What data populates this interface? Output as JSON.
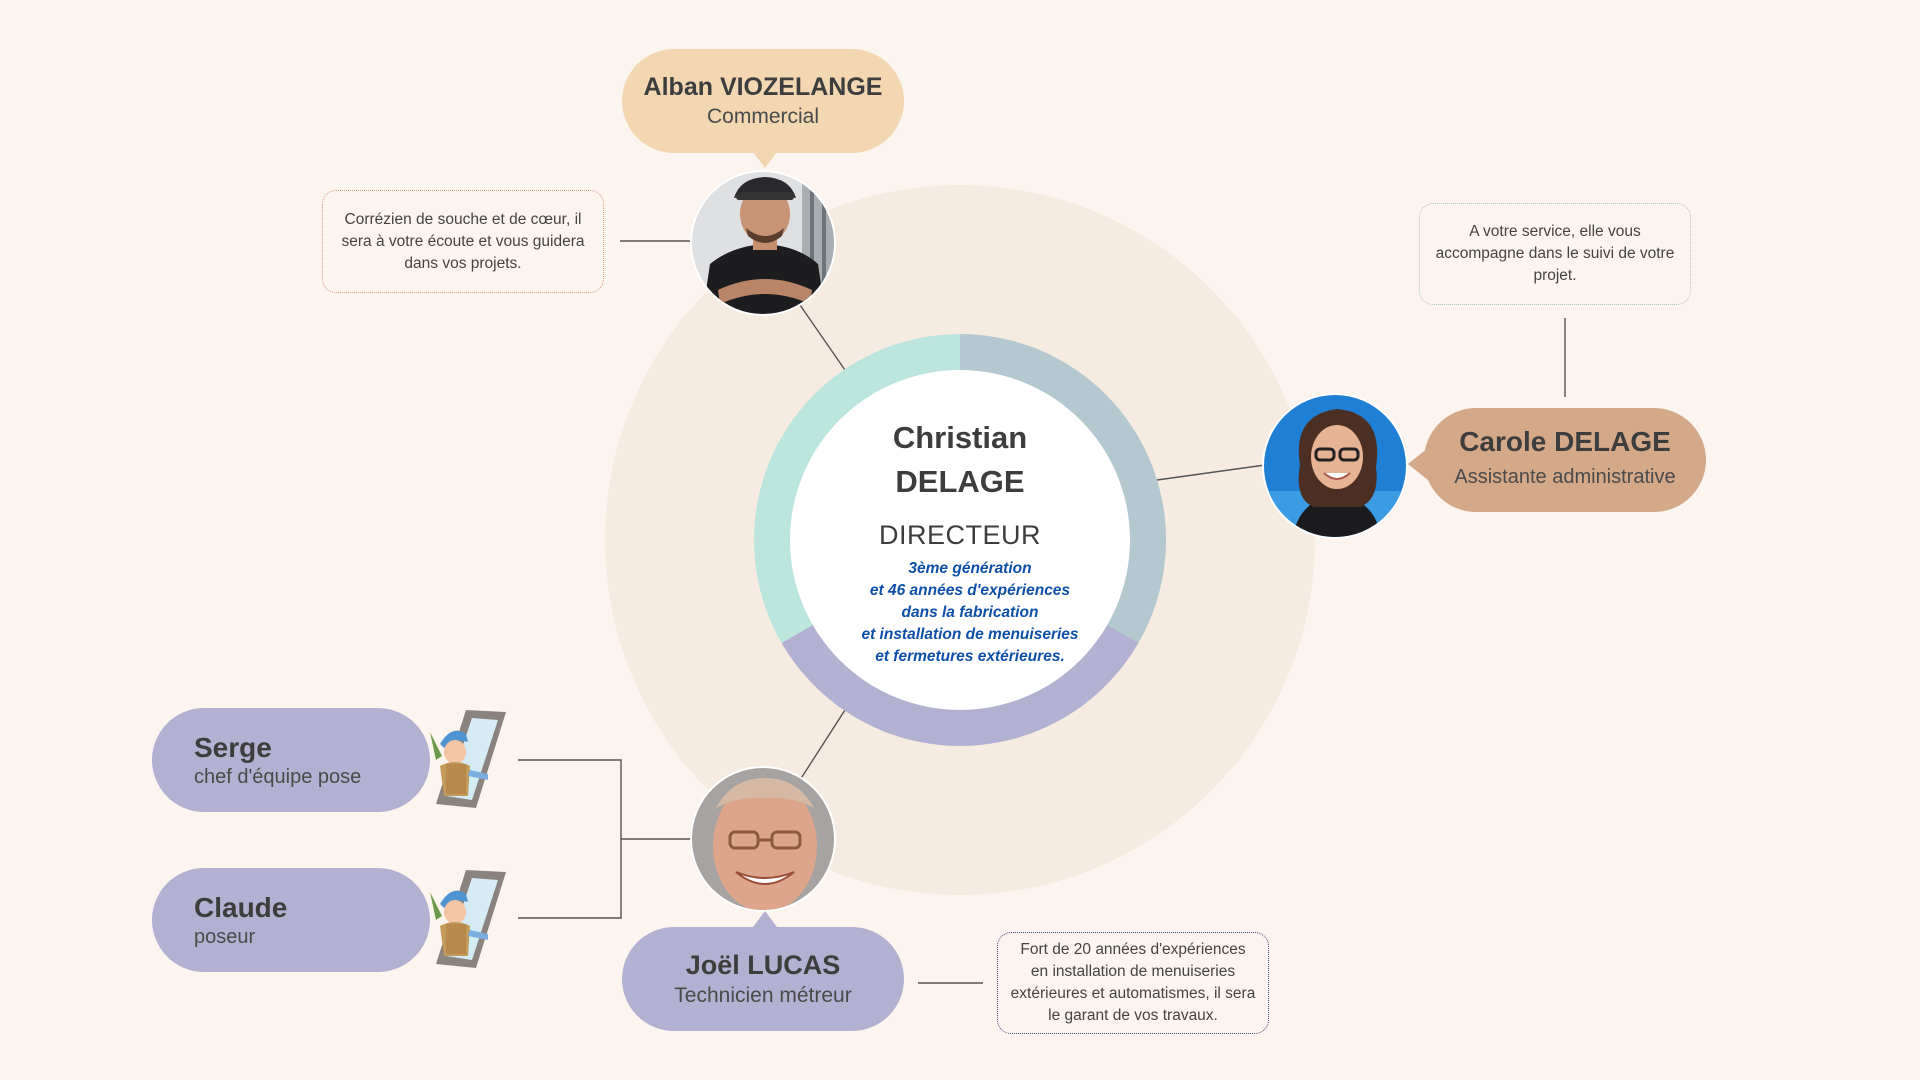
{
  "director": {
    "name_line1": "Christian",
    "name_line2": "DELAGE",
    "title": "DIRECTEUR",
    "description": [
      "3ème génération",
      "et 46 années d'expériences",
      "dans la fabrication",
      "et installation de menuiseries",
      "et fermetures extérieures."
    ]
  },
  "commercial": {
    "name": "Alban VIOZELANGE",
    "role": "Commercial",
    "note": "Corrézien de souche et de cœur, il sera à votre écoute et vous guidera dans vos projets."
  },
  "assistant": {
    "name": "Carole DELAGE",
    "role": "Assistante administrative",
    "note": "A votre service, elle vous accompagne dans le suivi de votre projet."
  },
  "technician": {
    "name": "Joël LUCAS",
    "role": "Technicien métreur",
    "note": "Fort de 20 années d'expériences en installation de menuiseries extérieures et automatismes, il sera le garant de vos travaux."
  },
  "team": [
    {
      "name": "Serge",
      "role": "chef d'équipe pose"
    },
    {
      "name": "Claude",
      "role": "poseur"
    }
  ],
  "colors": {
    "background": "#fcf4ee",
    "outer_circle": "#f6ebe0",
    "ring_blue": "#b3c8cf",
    "ring_lavender": "#b3b1d2",
    "ring_mint": "#bce5dd",
    "commercial_pill": "#f2d7b2",
    "assistant_pill": "#d3a98a",
    "technician_pill": "#b3b1d2",
    "director_description": "#0e4fa8"
  }
}
